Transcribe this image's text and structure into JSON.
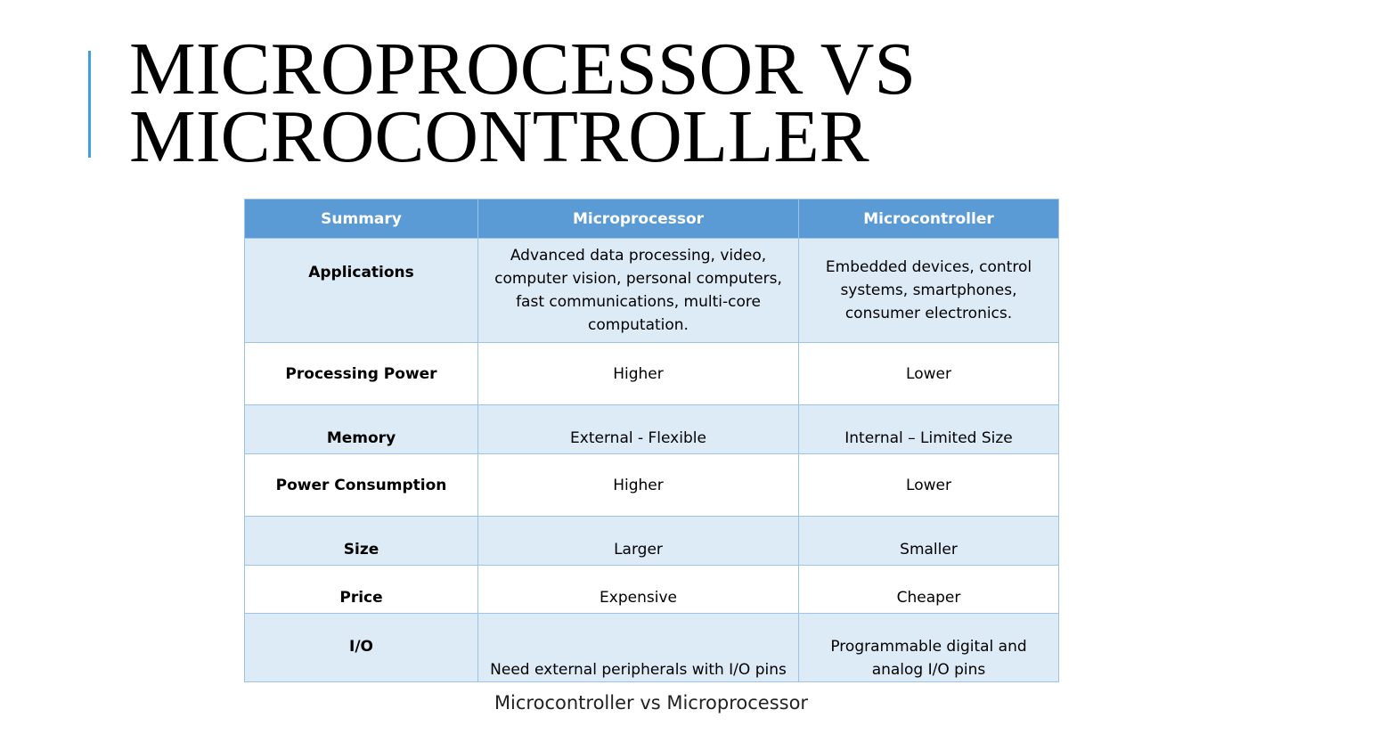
{
  "slide": {
    "title": "MICROPROCESSOR VS\nMICROCONTROLLER",
    "accent_color": "#41a0d8",
    "caption": "Microcontroller vs Microprocessor"
  },
  "table": {
    "header_color": "#5b9bd5",
    "shade_color": "#ddebf7",
    "headers": [
      "Summary",
      "Microprocessor",
      "Microcontroller"
    ],
    "rows": [
      [
        "Applications",
        "Advanced data processing, video, computer vision, personal computers, fast communications, multi-core computation.",
        "Embedded devices, control systems, smartphones, consumer electronics."
      ],
      [
        "Processing Power",
        "Higher",
        "Lower"
      ],
      [
        "Memory",
        "External - Flexible",
        "Internal – Limited Size"
      ],
      [
        "Power Consumption",
        "Higher",
        "Lower"
      ],
      [
        "Size",
        "Larger",
        "Smaller"
      ],
      [
        "Price",
        "Expensive",
        "Cheaper"
      ],
      [
        "I/O",
        "Need external peripherals with I/O pins",
        "Programmable digital and analog I/O pins"
      ]
    ]
  }
}
